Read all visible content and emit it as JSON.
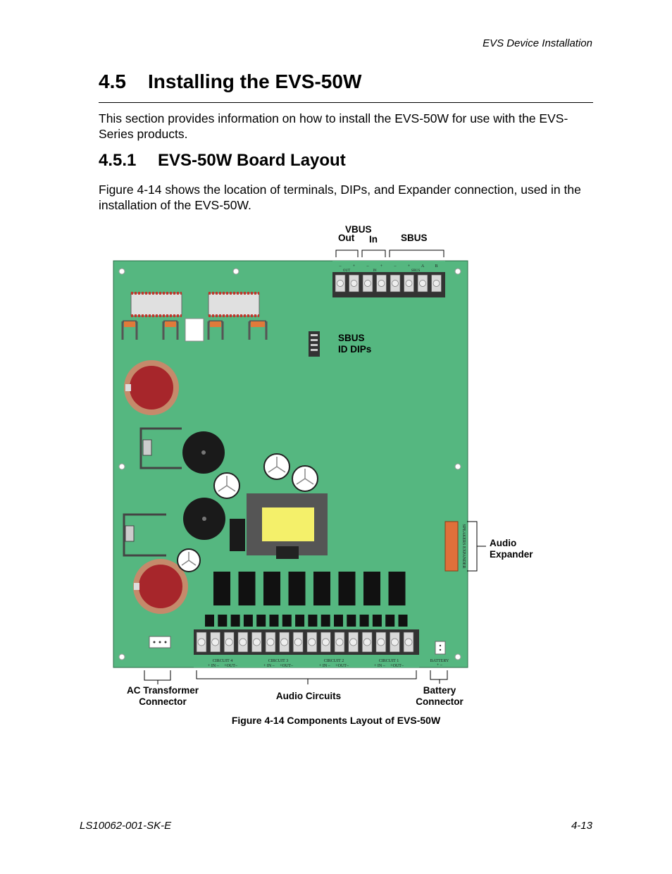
{
  "header": {
    "section_title": "EVS Device Installation"
  },
  "heading1": {
    "number": "4.5",
    "title": "Installing the EVS-50W"
  },
  "intro_paragraph": "This section provides information on how to install the EVS-50W for use with the EVS-Series products.",
  "heading2": {
    "number": "4.5.1",
    "title": "EVS-50W Board Layout"
  },
  "layout_paragraph": "Figure 4-14 shows the location of terminals, DIPs, and Expander connection, used in the installation of the EVS-50W.",
  "figure": {
    "callouts": {
      "vbus": "VBUS",
      "out": "Out",
      "in": "In",
      "sbus": "SBUS",
      "sbus_dips_line1": "SBUS",
      "sbus_dips_line2": "ID DIPs",
      "audio_expander_line1": "Audio",
      "audio_expander_line2": "Expander",
      "ac_transformer_line1": "AC Transformer",
      "ac_transformer_line2": "Connector",
      "audio_circuits": "Audio Circuits",
      "battery_line1": "Battery",
      "battery_line2": "Connector"
    },
    "board_labels": {
      "out_terminal": "OUT",
      "in_terminal": "IN",
      "sbus_terminal": "SBUS",
      "terminal_signs": [
        "–",
        "+",
        "–",
        "+",
        "–",
        "+",
        "A",
        "B"
      ],
      "circuits": [
        "CIRCUIT 4",
        "CIRCUIT 3",
        "CIRCUIT 2",
        "CIRCUIT 1"
      ],
      "circuit_polarity": "+ IN –     +OUT–",
      "battery": "BATTERY",
      "battery_polarity": "+ –",
      "expander_vertical": "SPEAKERS EXPANDER"
    },
    "caption": "Figure 4-14  Components Layout of EVS-50W"
  },
  "footer": {
    "doc_number": "LS10062-001-SK-E",
    "page_number": "4-13"
  },
  "colors": {
    "board_green": "#55b780",
    "transformer_yellow": "#f4f06a",
    "capacitor_red": "#a7262b",
    "expander_orange": "#e0703a"
  }
}
